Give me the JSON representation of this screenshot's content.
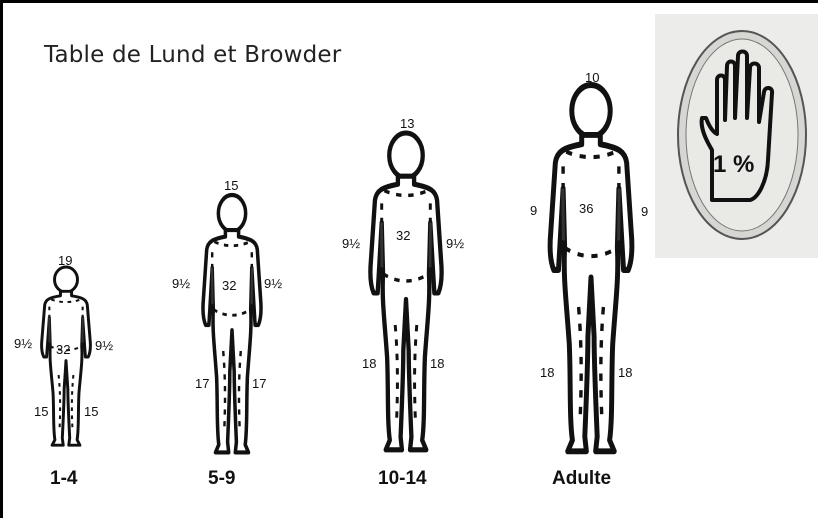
{
  "title": "Table de Lund et Browder",
  "figures": [
    {
      "age": "1-4",
      "head": "19",
      "arm_left": "9½",
      "arm_right": "9½",
      "trunk": "32",
      "leg_left": "15",
      "leg_right": "15"
    },
    {
      "age": "5-9",
      "head": "15",
      "arm_left": "9½",
      "arm_right": "9½",
      "trunk": "32",
      "leg_left": "17",
      "leg_right": "17"
    },
    {
      "age": "10-14",
      "head": "13",
      "arm_left": "9½",
      "arm_right": "9½",
      "trunk": "32",
      "leg_left": "18",
      "leg_right": "18"
    },
    {
      "age": "Adulte",
      "head": "10",
      "arm_left": "9",
      "arm_right": "9",
      "trunk": "36",
      "leg_left": "18",
      "leg_right": "18"
    }
  ],
  "palm": {
    "label": "1 %",
    "icon": "hand-palm-icon"
  }
}
